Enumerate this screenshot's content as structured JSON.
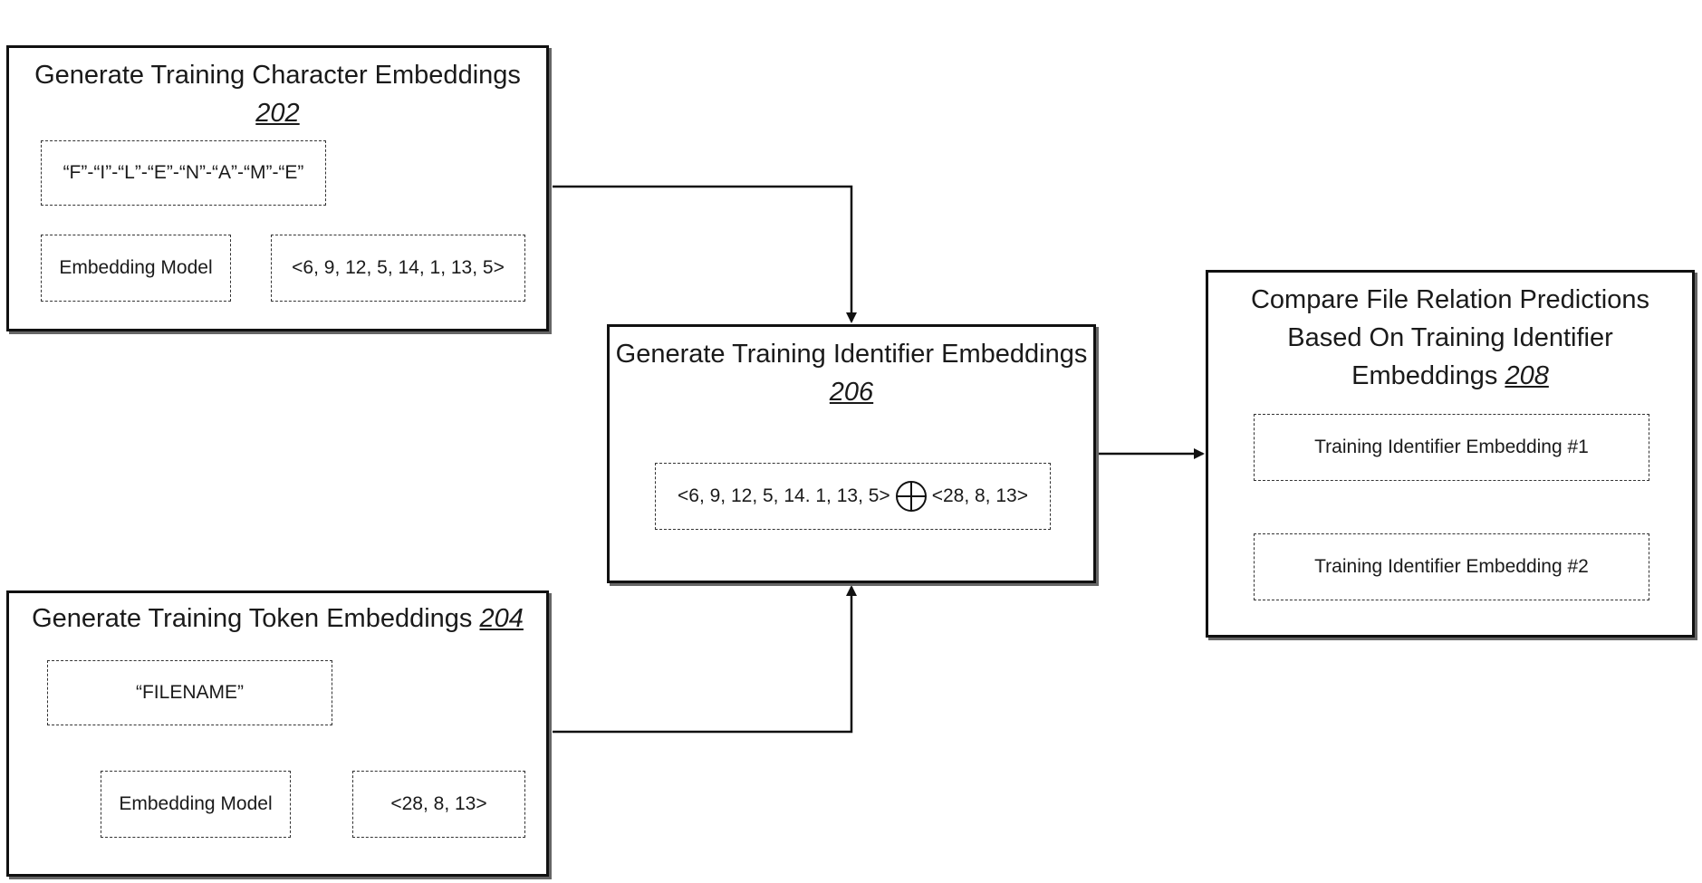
{
  "step202": {
    "title": "Generate Training Character Embeddings",
    "ref": "202",
    "characters": "“F”-“I”-“L”-“E”-“N”-“A”-“M”-“E”",
    "model": "Embedding Model",
    "vector": "<6, 9, 12, 5, 14, 1, 13, 5>"
  },
  "step204": {
    "title": "Generate Training Token Embeddings",
    "ref": "204",
    "token": "“FILENAME”",
    "model": "Embedding Model",
    "vector": "<28, 8, 13>"
  },
  "step206": {
    "title": "Generate Training Identifier Embeddings",
    "ref": "206",
    "vector_left": "<6, 9, 12, 5, 14. 1, 13, 5>",
    "vector_right": "<28, 8, 13>"
  },
  "step208": {
    "title_line1": "Compare File Relation Predictions",
    "title_line2": "Based On Training Identifier",
    "title_line3": "Embeddings",
    "ref": "208",
    "embedding1": "Training Identifier Embedding #1",
    "embedding2": "Training Identifier Embedding #2"
  }
}
